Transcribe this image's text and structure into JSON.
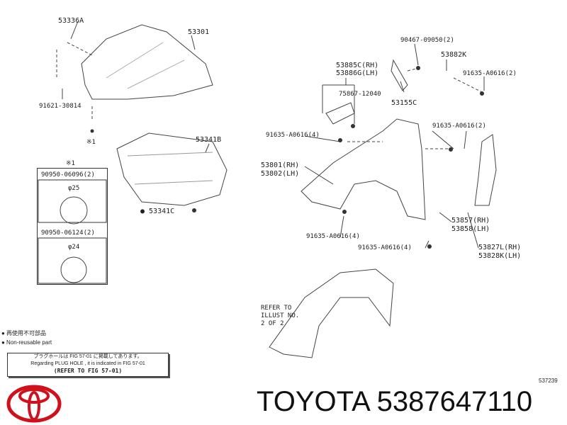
{
  "labels": {
    "hood_hinge_cap": "53336A",
    "hood": "53301",
    "hood_bolt": "91621-30814",
    "ref1_a": "※1",
    "hood_insulator": "53341B",
    "ref1_b": "※1",
    "plug1": "90950-06096(2)",
    "plug1_dia": "φ25",
    "plug2": "90950-06124(2)",
    "plug2_dia": "φ24",
    "clip_53341C": "● 53341C",
    "screw_90467": "90467-09050(2)",
    "bracket_53882K": "53882K",
    "seal_rh": "53885C(RH)",
    "seal_lh": "53886G(LH)",
    "bolt_a": "91635-A0616(2)",
    "clip_75867": "75867-12040",
    "seal_53155C": "53155C",
    "bolt_b": "91635-A0616(4)",
    "bolt_c": "91635-A0616(2)",
    "fender_rh": "53801(RH)",
    "fender_lh": "53802(LH)",
    "seal_53857": "53857(RH)",
    "seal_53858": "53858(LH)",
    "bolt_d": "91635-A0616(4)",
    "bolt_e": "91635-A0616(4)",
    "protector_rh": "53827L(RH)",
    "protector_lh": "53828K(LH)",
    "refer1": "REFER TO",
    "refer2": "ILLUST NO.",
    "refer3": "2 OF 2"
  },
  "legend": {
    "jp": "● 再使用不可部品",
    "en": "● Non-reusable part"
  },
  "note": {
    "jp": "プラグホールは FIG 57-01 に掲載してあります。",
    "en": "Regarding PLUG HOLE , it is indicated in FIG 57-01",
    "ref": "(REFER TO FIG 57-01)"
  },
  "diagram_id": "537239",
  "title": "TOYOTA 5387647110",
  "colors": {
    "logo": "#d0101b"
  }
}
